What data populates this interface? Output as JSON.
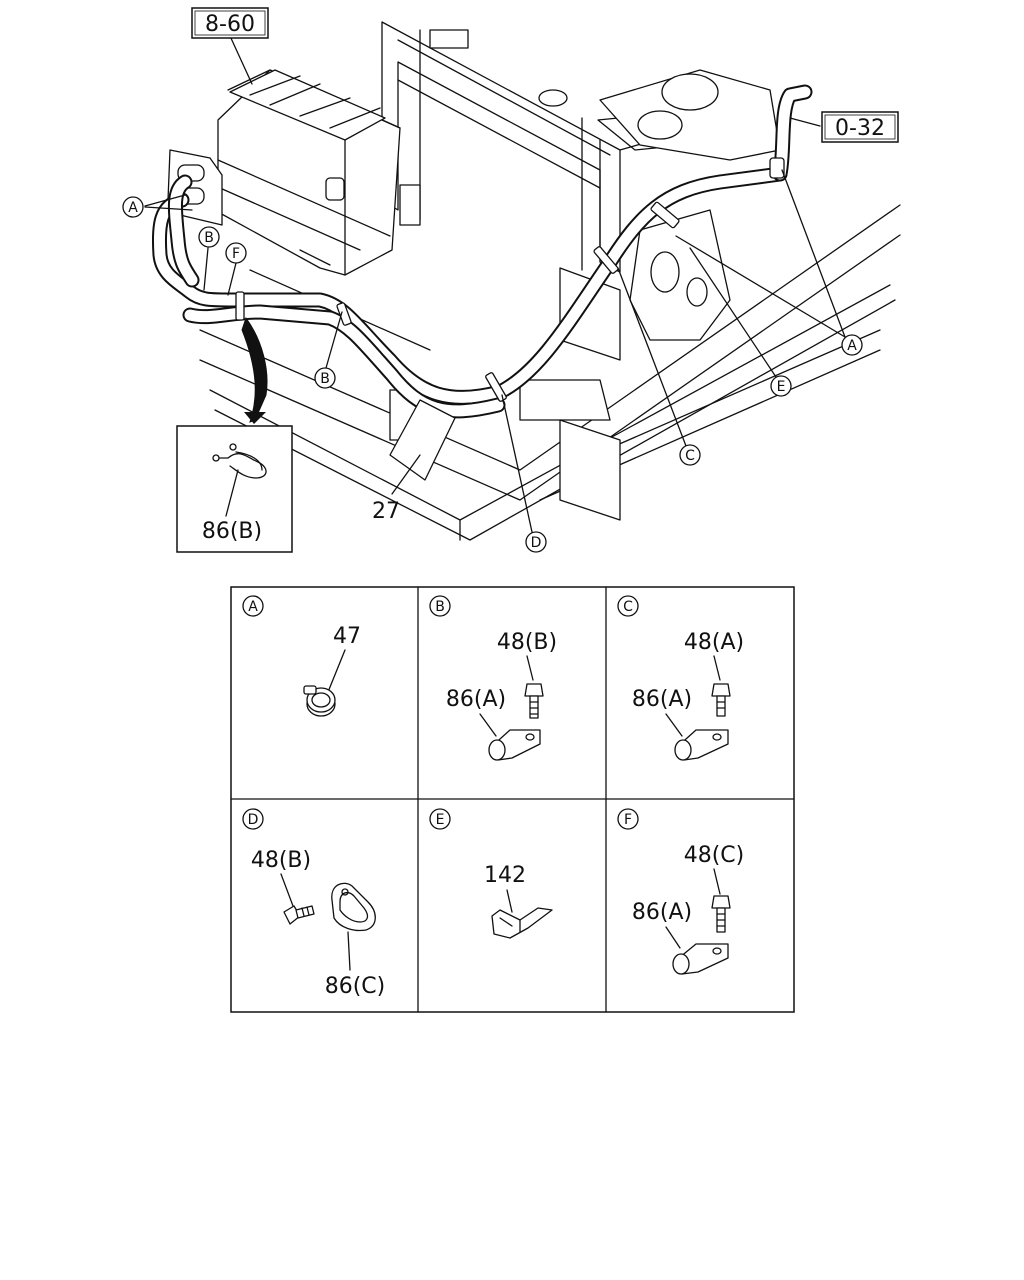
{
  "diagram": {
    "references": [
      "8-60",
      "0-32"
    ],
    "part_labels": {
      "hose": "27",
      "main_clip": "86(B)",
      "panel_A_clamp": "47",
      "panel_B_bolt": "48(B)",
      "panel_B_clip": "86(A)",
      "panel_C_bolt": "48(A)",
      "panel_C_clip": "86(A)",
      "panel_D_bolt": "48(B)",
      "panel_D_clip": "86(C)",
      "panel_E_bracket": "142",
      "panel_F_bolt": "48(C)",
      "panel_F_clip": "86(A)"
    },
    "callouts": {
      "a_left": "A",
      "b_upper": "B",
      "f_upper": "F",
      "b_lower": "B",
      "a_right": "A",
      "e_right": "E",
      "c_right": "C",
      "d_lower": "D"
    },
    "detail_panels": [
      "A",
      "B",
      "C",
      "D",
      "E",
      "F"
    ]
  }
}
